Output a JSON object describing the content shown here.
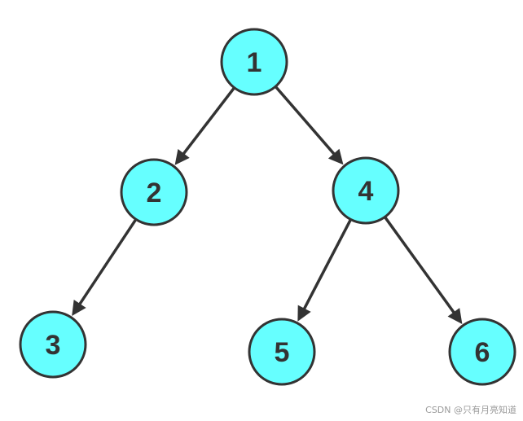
{
  "diagram": {
    "type": "binary-tree",
    "node_fill": "#66ffff",
    "node_stroke": "#333333",
    "edge_color": "#333333",
    "nodes": [
      {
        "id": "1",
        "label": "1"
      },
      {
        "id": "2",
        "label": "2"
      },
      {
        "id": "4",
        "label": "4"
      },
      {
        "id": "3",
        "label": "3"
      },
      {
        "id": "5",
        "label": "5"
      },
      {
        "id": "6",
        "label": "6"
      }
    ],
    "edges": [
      {
        "from": "1",
        "to": "2"
      },
      {
        "from": "1",
        "to": "4"
      },
      {
        "from": "2",
        "to": "3"
      },
      {
        "from": "4",
        "to": "5"
      },
      {
        "from": "4",
        "to": "6"
      }
    ]
  },
  "watermark": {
    "text": "CSDN @只有月亮知道"
  }
}
